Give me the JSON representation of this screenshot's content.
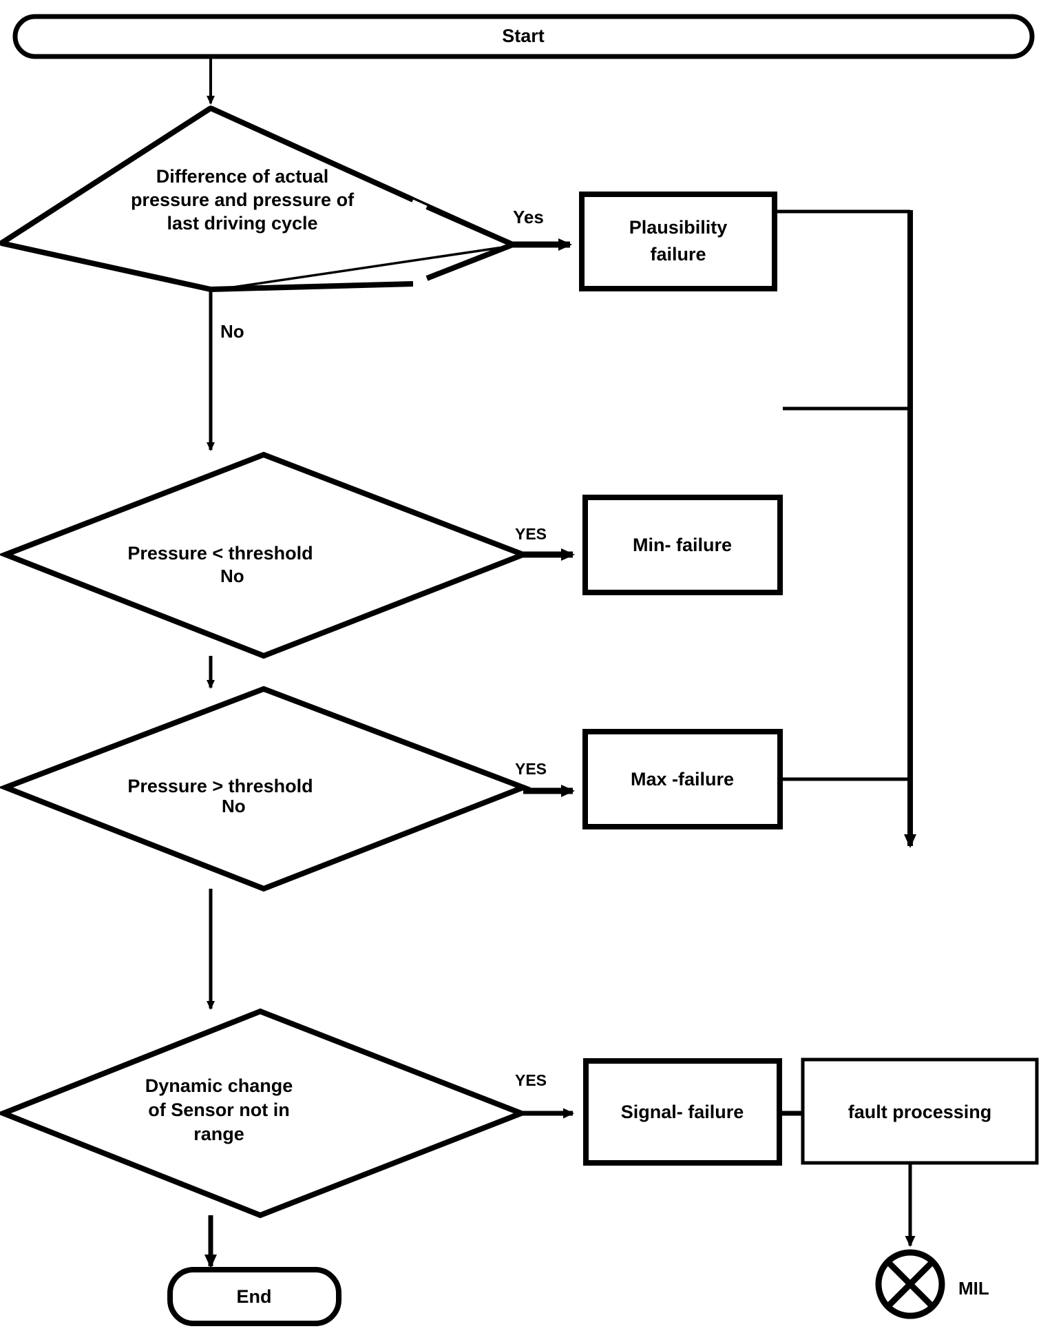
{
  "diagram": {
    "title": "Pressure sensor fault diagnosis flowchart",
    "colors": {
      "stroke": "#000000",
      "fill": "#ffffff",
      "text": "#000000"
    },
    "nodes": {
      "start": {
        "label": "Start",
        "shape": "terminator"
      },
      "end": {
        "label": "End",
        "shape": "terminator"
      },
      "decision1": {
        "shape": "decision",
        "label": "Difference of  actual pressure and pressure of last driving cycle",
        "line1": "Difference of  actual",
        "line2": "pressure and pressure of",
        "line3": "last driving cycle"
      },
      "decision2": {
        "shape": "decision",
        "label": "Pressure < threshold",
        "line1": "Pressure < threshold"
      },
      "decision3": {
        "shape": "decision",
        "label": "Pressure > threshold",
        "line1": "Pressure > threshold"
      },
      "decision4": {
        "shape": "decision",
        "label": "Dynamic change of Sensor not in range",
        "line1": "Dynamic change",
        "line2": "of Sensor not in",
        "line3": "range"
      },
      "plausibility_failure": {
        "shape": "process",
        "label": "Plausibility failure",
        "line1": "Plausibility",
        "line2": "failure"
      },
      "min_failure": {
        "shape": "process",
        "label": "Min- failure"
      },
      "max_failure": {
        "shape": "process",
        "label": "Max -failure"
      },
      "signal_failure": {
        "shape": "process",
        "label": "Signal- failure"
      },
      "fault_processing": {
        "shape": "process",
        "label": "fault processing"
      },
      "mil": {
        "shape": "circle-x",
        "label": "MIL",
        "icon": "circle-x-icon"
      }
    },
    "edge_labels": {
      "d1_yes": "Yes",
      "d1_no": "No",
      "d2_yes": "YES",
      "d2_no": "No",
      "d3_yes": "YES",
      "d3_no": "No",
      "d4_yes": "YES"
    }
  }
}
